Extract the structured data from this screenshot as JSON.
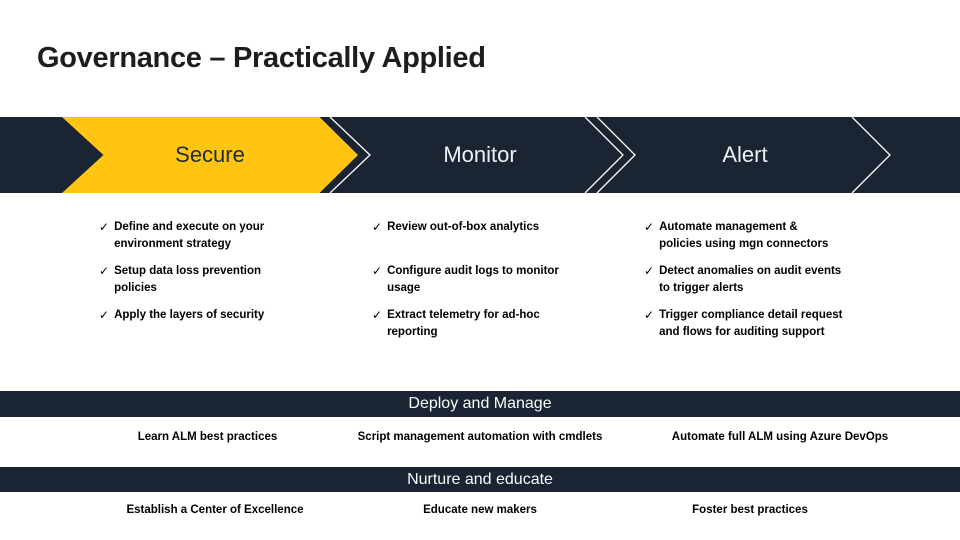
{
  "title": "Governance – Practically Applied",
  "glyphs": {
    "check": "✓"
  },
  "colors": {
    "navy": "#1A2433",
    "yellow": "#FFC512",
    "title_text": "#1D1D1D",
    "band_text_light": "#EEF1F4",
    "body_text": "#000000"
  },
  "band": {
    "stages": [
      {
        "label": "Secure",
        "bullets": [
          "Define and execute on your\nenvironment strategy",
          "Setup data loss prevention\npolicies",
          "Apply the layers of security"
        ]
      },
      {
        "label": "Monitor",
        "bullets": [
          "Review out-of-box analytics",
          "Configure audit logs to monitor\nusage",
          "Extract telemetry for ad-hoc\nreporting"
        ]
      },
      {
        "label": "Alert",
        "bullets": [
          "Automate management &\npolicies using mgn connectors",
          "Detect anomalies on audit events\nto trigger alerts",
          "Trigger compliance detail request\nand flows for auditing support"
        ]
      }
    ]
  },
  "bottom_sections": [
    {
      "title": "Deploy and Manage",
      "items": [
        "Learn ALM best practices",
        "Script management automation with cmdlets",
        "Automate full ALM using Azure DevOps"
      ]
    },
    {
      "title": "Nurture and educate",
      "items": [
        "Establish a Center of Excellence",
        "Educate new makers",
        "Foster best practices"
      ]
    }
  ]
}
